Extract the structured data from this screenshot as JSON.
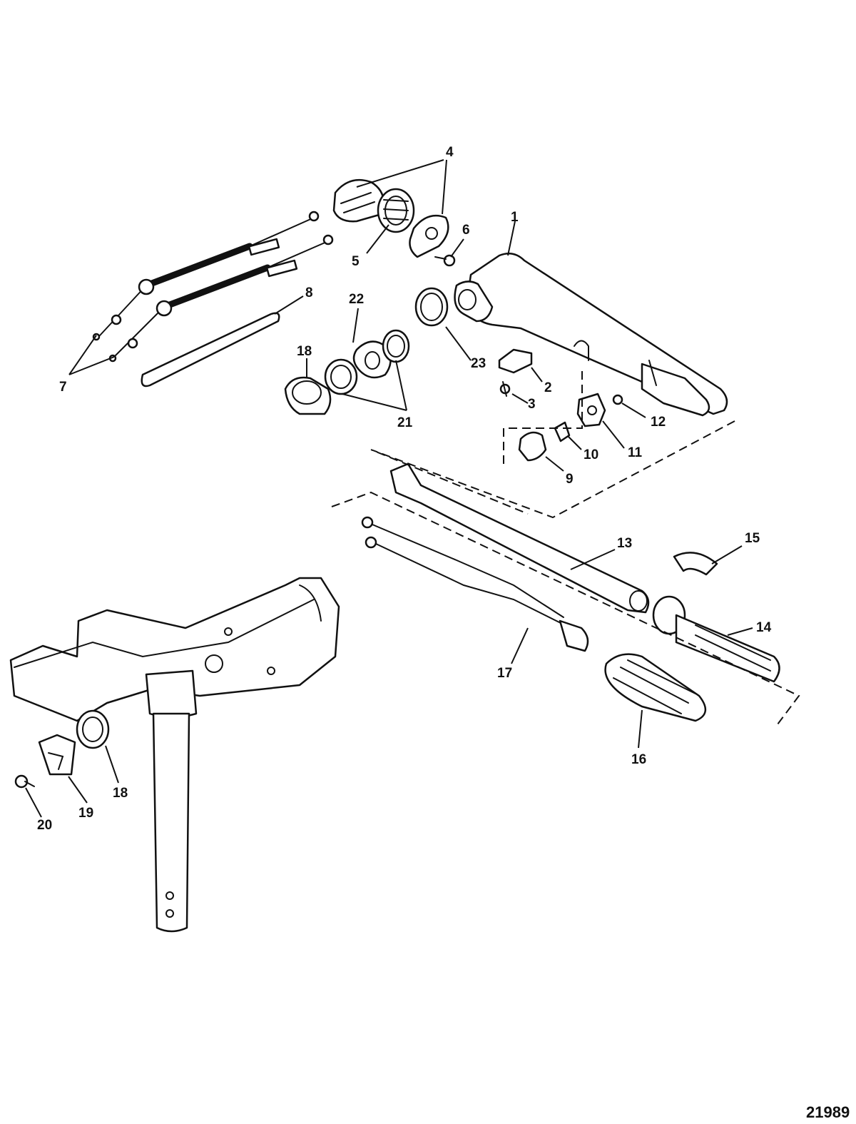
{
  "figure_number": "21989",
  "callouts": {
    "c1": "1",
    "c2": "2",
    "c3": "3",
    "c4": "4",
    "c5": "5",
    "c6": "6",
    "c7": "7",
    "c8": "8",
    "c9": "9",
    "c10": "10",
    "c11": "11",
    "c12": "12",
    "c13": "13",
    "c14": "14",
    "c15": "15",
    "c16": "16",
    "c17": "17",
    "c18a": "18",
    "c18b": "18",
    "c19": "19",
    "c20": "20",
    "c21": "21",
    "c22": "22",
    "c23": "23"
  }
}
